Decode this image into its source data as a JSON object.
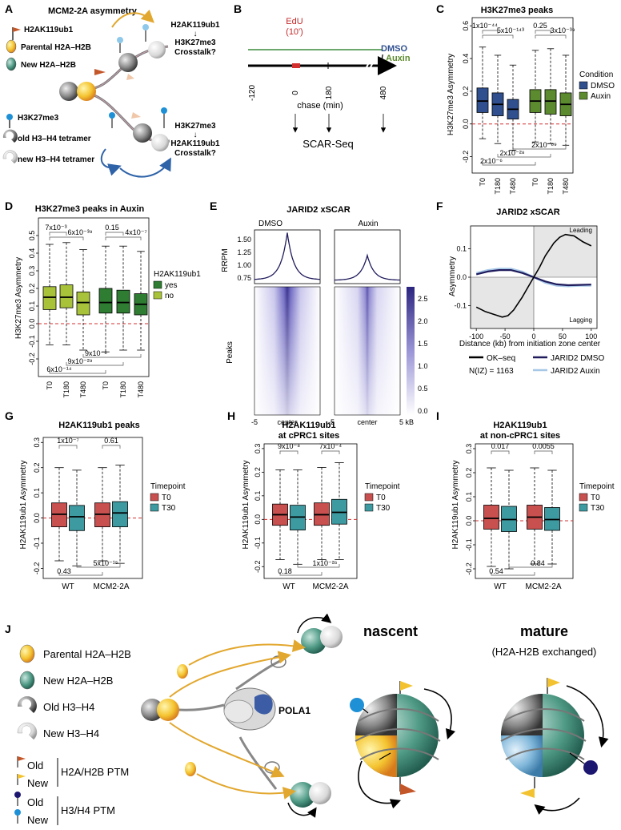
{
  "panels": {
    "A": {
      "letter": "A",
      "title": "MCM2-2A asymmetry",
      "legend": [
        "H2AK119ub1",
        "Parental H2A–H2B",
        "New H2A–H2B",
        "H3K27me3",
        "old H3–H4 tetramer",
        "new H3–H4 tetramer"
      ],
      "crosstalk1": [
        "H2AK119ub1",
        "↓",
        "H3K27me3",
        "Crosstalk?"
      ],
      "crosstalk2": [
        "H3K27me3",
        "↓",
        "H2AK119ub1",
        "Crosstalk?"
      ]
    },
    "B": {
      "letter": "B",
      "edu": "EdU",
      "edu_time": "(10')",
      "dmso": "DMSO",
      "slash": "/",
      "auxin": "Auxin",
      "ticks": [
        "-120",
        "0",
        "180",
        "480"
      ],
      "xlabel": "chase (min)",
      "method": "SCAR-Seq"
    },
    "C": {
      "letter": "C",
      "title": "H3K27me3 peaks",
      "ylabel": "H3K27me3 Asymmetry",
      "legend_title": "Condition",
      "pvals_top": [
        "1x10⁻⁴⁴",
        "5x10⁻¹⁴³",
        "0.25",
        "3x10⁻³⁹"
      ],
      "pvals_bottom": [
        "2x10⁻⁶⁹",
        "2x10⁻²⁸",
        "2x10⁻⁶"
      ]
    },
    "D": {
      "letter": "D",
      "title": "H3K27me3 peaks in Auxin",
      "ylabel": "H3K27me3 Asymmetry",
      "legend_title": "H2AK119ub1",
      "pvals_top": [
        "7x10⁻³",
        "6x10⁻³⁹",
        "0.15",
        "4x10⁻⁷"
      ],
      "pvals_bottom": [
        "9x10⁻⁶",
        "9x10⁻²⁹",
        "6x10⁻¹⁴"
      ]
    },
    "E": {
      "letter": "E",
      "title": "JARID2 xSCAR",
      "col1": "DMSO",
      "col2": "Auxin",
      "ylabel_top": "RRPM",
      "ylabel_bottom": "Peaks",
      "yticks": [
        "1.50",
        "1.25",
        "1.00",
        "0.75"
      ],
      "xticks1": [
        "-5",
        "center"
      ],
      "xticks2": [
        "-5",
        "center",
        "5 kB"
      ],
      "scale_ticks": [
        "2.5",
        "2.0",
        "1.5",
        "1.0",
        "0.5",
        "0.0"
      ]
    },
    "F": {
      "letter": "F",
      "title": "JARID2 xSCAR",
      "ylabel": "Asymmetry",
      "xlabel": "Distance (kb) from initiation zone center",
      "leading": "Leading",
      "lagging": "Lagging",
      "n_label": "N(IZ) = 1163",
      "legend": [
        "OK–seq",
        "JARID2 DMSO",
        "JARID2 Auxin"
      ]
    },
    "G": {
      "letter": "G",
      "title": "H2AK119ub1 peaks",
      "ylabel": "H2AK119ub1 Asymmetry",
      "legend_title": "Timepoint",
      "pvals_top": [
        "1x10⁻⁷",
        "0.61"
      ],
      "pvals_bottom": [
        "5x10⁻¹⁵",
        "0.43"
      ]
    },
    "H": {
      "letter": "H",
      "title": [
        "H2AK119ub1",
        "at cPRC1 sites"
      ],
      "ylabel": "H2AK119ub1 Asymmetry",
      "legend_title": "Timepoint",
      "pvals_top": [
        "9x10⁻⁸",
        "7x10⁻⁴"
      ],
      "pvals_bottom": [
        "1x10⁻²⁶",
        "0.18"
      ]
    },
    "I": {
      "letter": "I",
      "title": [
        "H2AK119ub1",
        "at non-cPRC1 sites"
      ],
      "ylabel": "H2AK119ub1 Asymmetry",
      "legend_title": "Timepoint",
      "pvals_top": [
        "0.017",
        "0.0055"
      ],
      "pvals_bottom": [
        "0.84",
        "0.54"
      ]
    },
    "J": {
      "letter": "J",
      "legend": [
        "Parental H2A–H2B",
        "New H2A–H2B",
        "Old H3–H4",
        "New H3–H4"
      ],
      "ptm1": [
        "Old",
        "New"
      ],
      "ptm1_label": "H2A/H2B PTM",
      "ptm2": [
        "Old",
        "New"
      ],
      "ptm2_label": "H3/H4 PTM",
      "pola1": "POLA1",
      "nascent": "nascent",
      "mature": "mature",
      "mature_sub": "(H2A-H2B exchanged)"
    }
  },
  "colors": {
    "dmso": "#2f4f8f",
    "auxin": "#5c8a2e",
    "yes": "#2e7d32",
    "no": "#a8c23a",
    "t0": "#c8504f",
    "t30": "#3d9aa0",
    "jarid2_dmso": "#1f1b5c",
    "jarid2_auxin": "#a7c7e7"
  },
  "chart_data": [
    {
      "panel": "C",
      "type": "box",
      "ylim": [
        -0.3,
        0.65
      ],
      "yticks": [
        -0.2,
        0.0,
        0.2,
        0.4,
        0.6
      ],
      "categories": [
        "T0",
        "T180",
        "T480",
        "T0",
        "T180",
        "T480"
      ],
      "series": [
        {
          "name": "DMSO",
          "indices": [
            0,
            1,
            2
          ]
        },
        {
          "name": "Auxin",
          "indices": [
            3,
            4,
            5
          ]
        }
      ],
      "boxes": [
        {
          "q1": 0.07,
          "med": 0.14,
          "q3": 0.22,
          "lo": -0.09,
          "hi": 0.47
        },
        {
          "q1": 0.05,
          "med": 0.12,
          "q3": 0.19,
          "lo": -0.12,
          "hi": 0.42
        },
        {
          "q1": 0.03,
          "med": 0.09,
          "q3": 0.15,
          "lo": -0.16,
          "hi": 0.36
        },
        {
          "q1": 0.07,
          "med": 0.14,
          "q3": 0.21,
          "lo": -0.11,
          "hi": 0.45
        },
        {
          "q1": 0.06,
          "med": 0.14,
          "q3": 0.21,
          "lo": -0.12,
          "hi": 0.46
        },
        {
          "q1": 0.05,
          "med": 0.12,
          "q3": 0.19,
          "lo": -0.13,
          "hi": 0.42
        }
      ]
    },
    {
      "panel": "D",
      "type": "box",
      "ylim": [
        -0.3,
        0.6
      ],
      "yticks": [
        -0.2,
        -0.1,
        0.0,
        0.1,
        0.2,
        0.3,
        0.4,
        0.5
      ],
      "categories": [
        "T0",
        "T180",
        "T480",
        "T0",
        "T180",
        "T480"
      ],
      "series": [
        {
          "name": "no",
          "indices": [
            0,
            1,
            2
          ]
        },
        {
          "name": "yes",
          "indices": [
            3,
            4,
            5
          ]
        }
      ],
      "boxes": [
        {
          "q1": 0.08,
          "med": 0.15,
          "q3": 0.21,
          "lo": -0.12,
          "hi": 0.45
        },
        {
          "q1": 0.09,
          "med": 0.15,
          "q3": 0.22,
          "lo": -0.12,
          "hi": 0.46
        },
        {
          "q1": 0.05,
          "med": 0.12,
          "q3": 0.18,
          "lo": -0.15,
          "hi": 0.42
        },
        {
          "q1": 0.06,
          "med": 0.12,
          "q3": 0.2,
          "lo": -0.16,
          "hi": 0.44
        },
        {
          "q1": 0.06,
          "med": 0.12,
          "q3": 0.19,
          "lo": -0.15,
          "hi": 0.44
        },
        {
          "q1": 0.05,
          "med": 0.11,
          "q3": 0.17,
          "lo": -0.15,
          "hi": 0.41
        }
      ]
    },
    {
      "panel": "E",
      "type": "line",
      "xlim": [
        -5,
        5
      ],
      "ylim": [
        0.7,
        1.65
      ],
      "series": [
        {
          "name": "DMSO",
          "peak": 1.6,
          "base": 0.77
        },
        {
          "name": "Auxin",
          "peak": 1.2,
          "base": 0.76
        }
      ]
    },
    {
      "panel": "F",
      "type": "line",
      "xlim": [
        -110,
        110
      ],
      "ylim": [
        -0.18,
        0.18
      ],
      "xticks": [
        -100,
        -50,
        0,
        50,
        100
      ],
      "yticks": [
        -0.1,
        0.0,
        0.1
      ],
      "series": [
        {
          "name": "OK–seq",
          "x": [
            -100,
            -85,
            -70,
            -55,
            -45,
            -35,
            -20,
            -10,
            0,
            10,
            20,
            35,
            45,
            55,
            70,
            85,
            100
          ],
          "y": [
            -0.105,
            -0.12,
            -0.13,
            -0.14,
            -0.135,
            -0.115,
            -0.07,
            -0.035,
            0.0,
            0.035,
            0.075,
            0.12,
            0.14,
            0.15,
            0.145,
            0.125,
            0.11
          ]
        },
        {
          "name": "JARID2 DMSO",
          "x": [
            -100,
            -80,
            -60,
            -40,
            -20,
            0,
            20,
            40,
            60,
            80,
            100
          ],
          "y": [
            0.01,
            0.02,
            0.025,
            0.025,
            0.015,
            0.0,
            -0.015,
            -0.025,
            -0.028,
            -0.027,
            -0.026
          ]
        },
        {
          "name": "JARID2 Auxin",
          "x": [
            -100,
            -80,
            -60,
            -40,
            -20,
            0,
            20,
            40,
            60,
            80,
            100
          ],
          "y": [
            0.015,
            0.025,
            0.03,
            0.03,
            0.02,
            0.0,
            -0.02,
            -0.03,
            -0.032,
            -0.03,
            -0.03
          ]
        }
      ]
    },
    {
      "panel": "G",
      "type": "box",
      "ylim": [
        -0.24,
        0.32
      ],
      "yticks": [
        -0.2,
        -0.1,
        0.0,
        0.1,
        0.2,
        0.3
      ],
      "categories": [
        "WT",
        "MCM2-2A"
      ],
      "series": [
        {
          "name": "T0"
        },
        {
          "name": "T30"
        }
      ],
      "boxes": [
        {
          "q1": -0.035,
          "med": 0.015,
          "q3": 0.06,
          "lo": -0.17,
          "hi": 0.2
        },
        {
          "q1": -0.05,
          "med": 0.005,
          "q3": 0.05,
          "lo": -0.19,
          "hi": 0.19
        },
        {
          "q1": -0.035,
          "med": 0.015,
          "q3": 0.06,
          "lo": -0.17,
          "hi": 0.2
        },
        {
          "q1": -0.035,
          "med": 0.02,
          "q3": 0.065,
          "lo": -0.18,
          "hi": 0.21
        }
      ]
    },
    {
      "panel": "H",
      "type": "box",
      "ylim": [
        -0.25,
        0.32
      ],
      "yticks": [
        -0.2,
        -0.1,
        0.0,
        0.1,
        0.2,
        0.3
      ],
      "categories": [
        "WT",
        "MCM2-2A"
      ],
      "series": [
        {
          "name": "T0"
        },
        {
          "name": "T30"
        }
      ],
      "boxes": [
        {
          "q1": -0.025,
          "med": 0.02,
          "q3": 0.065,
          "lo": -0.17,
          "hi": 0.21
        },
        {
          "q1": -0.045,
          "med": 0.01,
          "q3": 0.06,
          "lo": -0.19,
          "hi": 0.21
        },
        {
          "q1": -0.025,
          "med": 0.02,
          "q3": 0.07,
          "lo": -0.17,
          "hi": 0.22
        },
        {
          "q1": -0.02,
          "med": 0.03,
          "q3": 0.085,
          "lo": -0.17,
          "hi": 0.24
        }
      ]
    },
    {
      "panel": "I",
      "type": "box",
      "ylim": [
        -0.24,
        0.32
      ],
      "yticks": [
        -0.2,
        -0.1,
        0.0,
        0.1,
        0.2,
        0.3
      ],
      "categories": [
        "WT",
        "MCM2-2A"
      ],
      "series": [
        {
          "name": "T0"
        },
        {
          "name": "T30"
        }
      ],
      "boxes": [
        {
          "q1": -0.035,
          "med": 0.01,
          "q3": 0.065,
          "lo": -0.19,
          "hi": 0.22
        },
        {
          "q1": -0.045,
          "med": 0.005,
          "q3": 0.06,
          "lo": -0.2,
          "hi": 0.21
        },
        {
          "q1": -0.035,
          "med": 0.015,
          "q3": 0.065,
          "lo": -0.18,
          "hi": 0.22
        },
        {
          "q1": -0.04,
          "med": 0.005,
          "q3": 0.055,
          "lo": -0.18,
          "hi": 0.21
        }
      ]
    }
  ]
}
